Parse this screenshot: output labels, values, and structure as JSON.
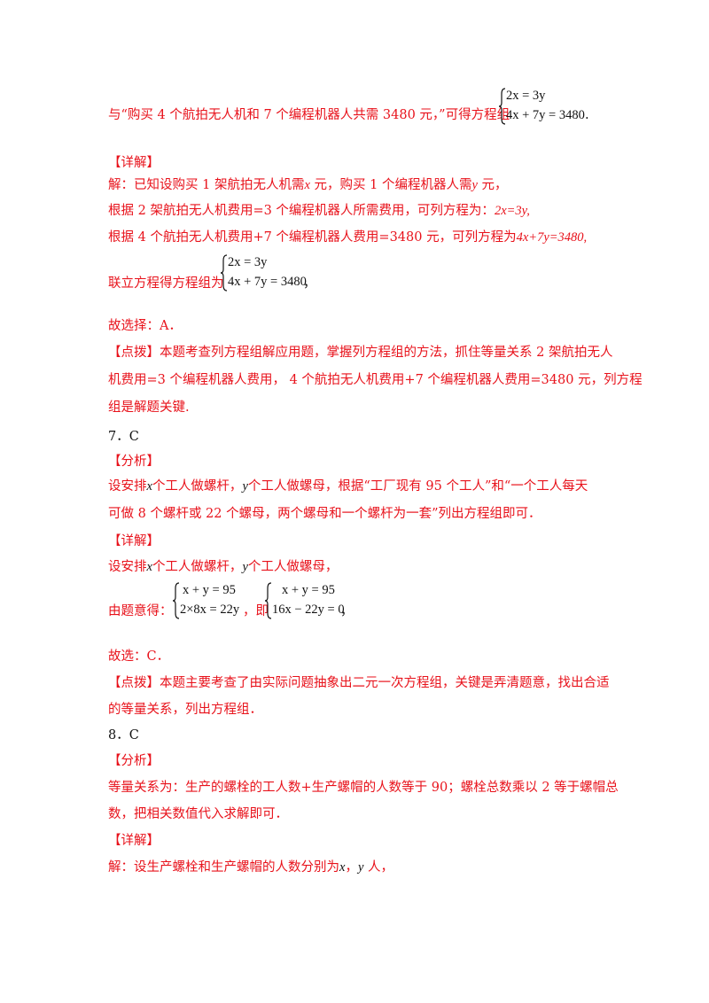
{
  "p1": {
    "text": "与“购买 4 个航拍无人机和 7 个编程机器人共需 3480 元，”可得方程组",
    "eq1": "2x = 3y",
    "eq2": "4x + 7y = 3480",
    "end": "."
  },
  "s6": {
    "detail_label": "【详解】",
    "l1a": "解：已知设购买 1 架航拍无人机需",
    "l1b": " 元，购买 1 个编程机器人需",
    "l1c": " 元，",
    "var_x": "x",
    "var_y": "y",
    "l2": "根据 2 架航拍无人机费用=3 个编程机器人所需费用，可列方程为：",
    "l2eq": "2x=3y,",
    "l3": "根据 4 个航拍无人机费用+7 个编程机器人费用=3480 元，可列方程为",
    "l3eq": "4x+7y=3480,",
    "l4": "联立方程得方程组为",
    "sys_eq1": "2x = 3y",
    "sys_eq2": "4x + 7y = 3480",
    "l4end": "，",
    "answer": "故选择：A．",
    "tip": "【点拨】本题考查列方程组解应用题，掌握列方程组的方法，抓住等量关系 2 架航拍无人",
    "tip2": "机费用=3 个编程机器人费用，  4 个航拍无人机费用+7 个编程机器人费用=3480 元，列方程",
    "tip3": "组是解题关键."
  },
  "q7": {
    "number": "7．C",
    "analysis_label": "【分析】",
    "a1a": "设安排",
    "a1b": "个工人做螺杆，",
    "a1c": "个工人做螺母，根据“工厂现有 95 个工人”和“一个工人每天",
    "a2": "可做 8 个螺杆或 22 个螺母，两个螺母和一个螺杆为一套”列出方程组即可．",
    "detail_label": "【详解】",
    "d1a": "设安排",
    "d1b": "个工人做螺杆，",
    "d1c": "个工人做螺母，",
    "d2a": "由题意得：",
    "sysA_eq1": "x + y = 95",
    "sysA_eq2": "2×8x = 22y",
    "d2b": "，即",
    "sysB_eq1": "x + y = 95",
    "sysB_eq2": "16x − 22y = 0",
    "d2c": "，",
    "answer": "故选：C．",
    "tip": "【点拨】本题主要考查了由实际问题抽象出二元一次方程组，关键是弄清题意，找出合适",
    "tip2": "的等量关系，列出方程组．"
  },
  "q8": {
    "number": "8．C",
    "analysis_label": "【分析】",
    "a1": "等量关系为：生产的螺栓的工人数+生产螺帽的人数等于 90；螺栓总数乘以 2 等于螺帽总",
    "a2": "数，把相关数值代入求解即可．",
    "detail_label": "【详解】",
    "d1a": "解：设生产螺栓和生产螺帽的人数分别为",
    "d1b": "，",
    "d1c": " 人，"
  }
}
